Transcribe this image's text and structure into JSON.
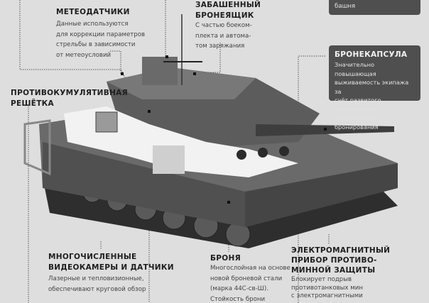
{
  "labels": {
    "meteo": {
      "title": "МЕТЕОДАТЧИКИ",
      "lines": [
        "Данные используются",
        "для коррекции параметров",
        "стрельбы в зависимости",
        "от метеоусловий"
      ]
    },
    "ammo": {
      "title_lines": [
        "ЗАБАШЕННЫЙ",
        "БРОНЕЯЩИК"
      ],
      "lines": [
        "С частью боеком-",
        "плекта и автома-",
        "том заряжания"
      ]
    },
    "turret": {
      "lines": [
        "башня"
      ]
    },
    "capsule": {
      "title": "БРОНЕКАПСУЛА",
      "lines": [
        "Значительно повышающая",
        "выживаемость экипажа за",
        "счёт развитого равнопрочно-",
        "го кругового бронирования"
      ]
    },
    "grid": {
      "title_lines": [
        "ПРОТИВОКУМУЛЯТИВНАЯ",
        "РЕШЁТКА"
      ]
    },
    "cameras": {
      "title_lines": [
        "МНОГОЧИСЛЕННЫЕ",
        "ВИДЕОКАМЕРЫ И ДАТЧИКИ"
      ],
      "lines": [
        "Лазерные и тепловизионные,",
        "обеспечивают круговой обзор"
      ]
    },
    "armor": {
      "title": "БРОНЯ",
      "lines": [
        "Многослойная на основе",
        "новой броневой стали",
        "(марка 44С-св-Ш).",
        "Стойкость брони"
      ]
    },
    "mine": {
      "title_lines": [
        "ЭЛЕКТРОМАГНИТНЫЙ",
        "ПРИБОР ПРОТИВО-",
        "МИННОЙ ЗАЩИТЫ"
      ],
      "lines": [
        "Блокирует подрыв",
        "противотанковых мин",
        "с электромагнитными"
      ]
    }
  },
  "colors": {
    "background": "#dedede",
    "box": "#4f4f4f",
    "tank_dark": "#3a3a3a",
    "tank_mid": "#6a6a6a",
    "tank_light": "#9a9a9a"
  }
}
